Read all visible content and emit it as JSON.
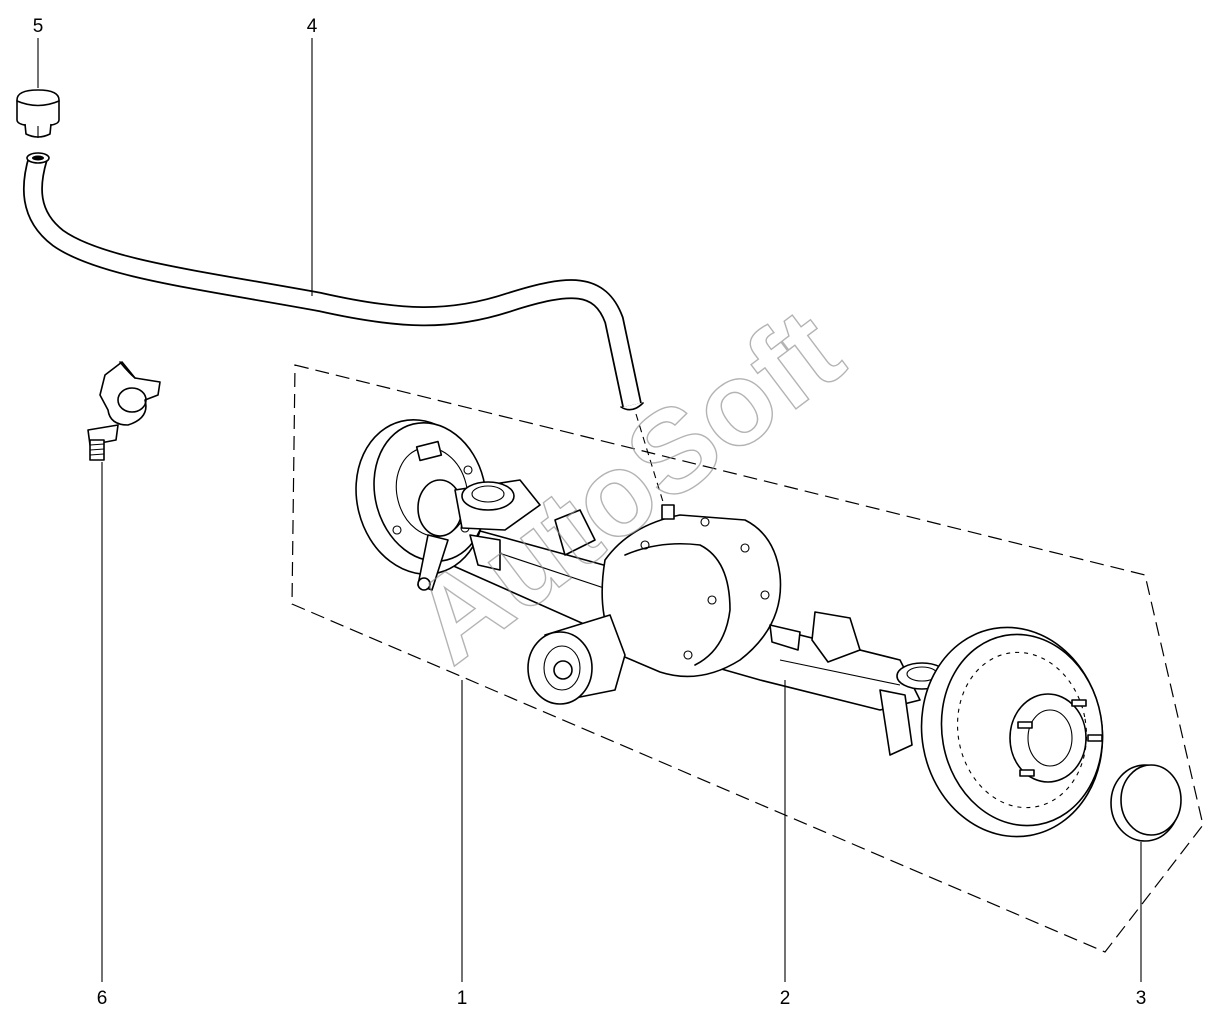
{
  "watermark": "AutoSoft",
  "callouts": [
    {
      "id": "part-5",
      "label": "5"
    },
    {
      "id": "part-4",
      "label": "4"
    },
    {
      "id": "part-6",
      "label": "6"
    },
    {
      "id": "part-1",
      "label": "1"
    },
    {
      "id": "part-2",
      "label": "2"
    },
    {
      "id": "part-3",
      "label": "3"
    }
  ]
}
